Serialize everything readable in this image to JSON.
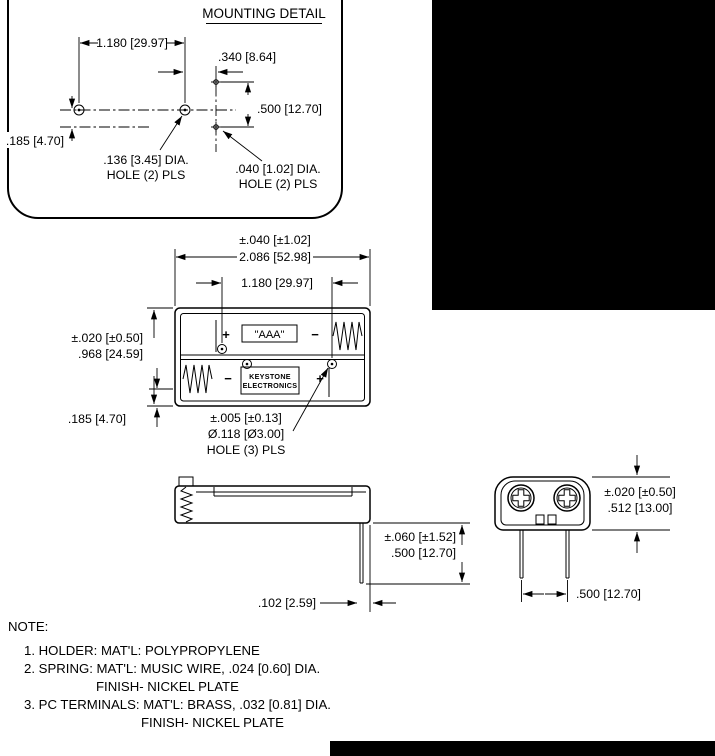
{
  "colors": {
    "ink": "#000000",
    "paper": "#ffffff",
    "redaction": "#000000"
  },
  "drawing": {
    "mounting": {
      "title": "MOUNTING DETAIL",
      "dim_hole_spacing": "1.180 [29.97]",
      "dim_offset": ".340 [8.64]",
      "dim_pin_spacing": ".500 [12.70]",
      "dim_centerline_offset": ".185 [4.70]",
      "hole_large_dia": ".136 [3.45] DIA.",
      "hole_large_qty": "HOLE (2) PLS",
      "hole_small_dia": ".040 [1.02] DIA.",
      "hole_small_qty": "HOLE (2) PLS"
    },
    "top_view": {
      "tol_length": "±.040 [±1.02]",
      "dim_length": "2.086 [52.98]",
      "dim_hole_spacing": "1.180 [29.97]",
      "tol_width": "±.020 [±0.50]",
      "dim_width": ".968 [24.59]",
      "dim_edge_offset": ".185 [4.70]",
      "tol_hole": "±.005 [±0.13]",
      "dim_hole_dia": "Ø.118 [Ø3.00]",
      "hole_qty": "HOLE (3) PLS",
      "battery_label": "\"AAA\"",
      "brand_line1": "KEYSTONE",
      "brand_line2": "ELECTRONICS",
      "polarity_plus": "+",
      "polarity_minus": "−"
    },
    "side_view": {
      "tol_pin_length": "±.060 [±1.52]",
      "dim_pin_length": ".500 [12.70]",
      "dim_pin_offset": ".102 [2.59]"
    },
    "end_view": {
      "tol_height": "±.020 [±0.50]",
      "dim_height": ".512 [13.00]",
      "dim_pin_spacing": ".500 [12.70]"
    },
    "notes": {
      "heading": "NOTE:",
      "lines": [
        "1. HOLDER: MAT'L: POLYPROPYLENE",
        "2. SPRING: MAT'L: MUSIC WIRE, .024 [0.60] DIA.",
        "FINISH- NICKEL PLATE",
        "3. PC TERMINALS: MAT'L: BRASS, .032 [0.81] DIA.",
        "FINISH- NICKEL PLATE"
      ]
    }
  }
}
